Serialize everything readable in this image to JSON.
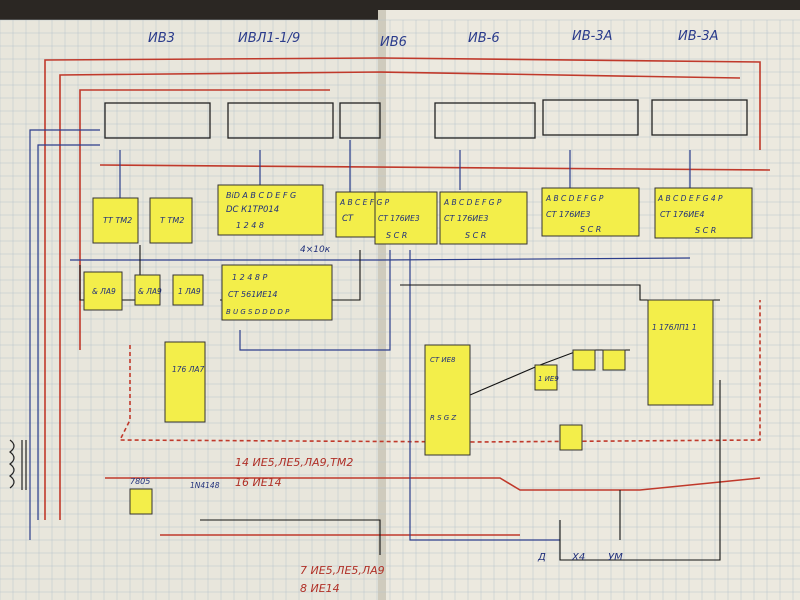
{
  "headers": [
    "ИВ3",
    "ИВЛ1-1/9",
    "ИВ6",
    "ИВ-6",
    "ИВ-3А",
    "ИВ-3А"
  ],
  "chips": {
    "k514": {
      "title": "DC   К1ТР014",
      "pins": "BiD A B C D E F G",
      "sub": "1  2  4  8"
    },
    "ct1": {
      "title": "CT",
      "pins": "A B C  E F G P"
    },
    "ct2": {
      "title": "CT  176ИЕ3",
      "pins": "A B C D E F G P",
      "sub": "S  C  R"
    },
    "ct3": {
      "title": "CT  176ИЕ3",
      "pins": "A B C D E F G P",
      "sub": "S  C  R"
    },
    "ct4": {
      "title": "CT  176ИЕ3",
      "pins": "A B C D E F G P",
      "sub": "S  C  R"
    },
    "ct5": {
      "title": "CT  176ИЕ4",
      "pins": "A B C D E F G 4 P",
      "sub": "S  C  R"
    },
    "main": {
      "title": "CT  561ИЕ14",
      "pins": "1  2  4  8   P",
      "sub": "B U G S  D D D D P"
    },
    "tm2a": {
      "title": "TT\nТМ2"
    },
    "tm2b": {
      "title": "T\nТМ2"
    },
    "la9": {
      "title": "&\nЛА9"
    },
    "la9b": {
      "title": "&\nЛА9"
    },
    "la9c": {
      "title": "1\nЛА9"
    },
    "ie8": {
      "title": "CT  ИЕ8",
      "sub": "R  S  G  Z"
    },
    "ie9": {
      "title": "1\nИЕ9"
    },
    "right_block": {
      "title": "1  176ЛП1\n1"
    },
    "left_mid": {
      "title": "176\nЛА7"
    }
  },
  "resistor_note": "4×10к",
  "notes": {
    "line1": "14 ИЕ5,ЛЕ5,ЛА9,ТМ2",
    "line2": "16 ИЕ14",
    "line3": "7 ИЕ5,ЛЕ5,ЛА9",
    "line4": "8 ИЕ14"
  },
  "bottom_labels": {
    "psu": "7805",
    "v1": "1N4148",
    "switches": [
      "Д",
      "Х4",
      "УМ"
    ]
  }
}
